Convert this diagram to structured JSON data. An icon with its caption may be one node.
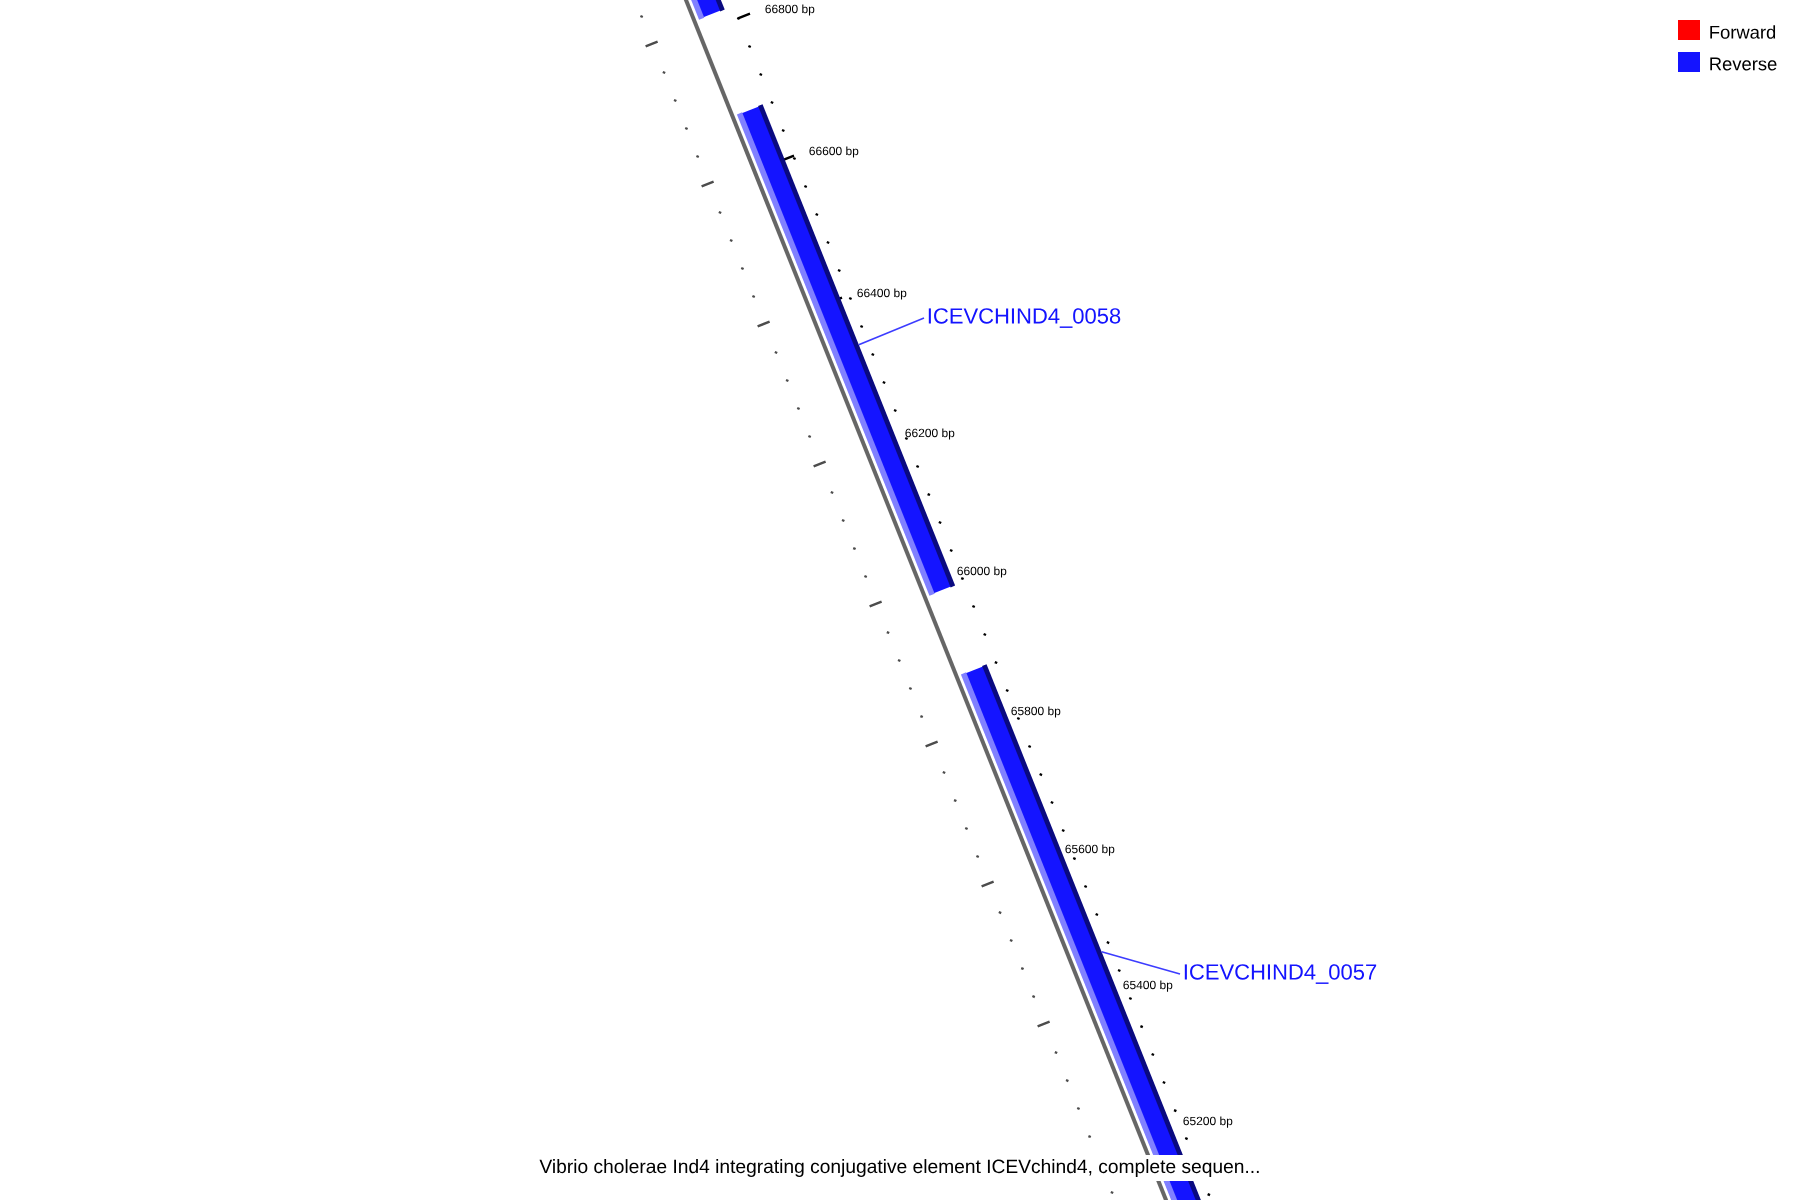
{
  "diagram": {
    "caption": "Vibrio cholerae Ind4 integrating conjugative element ICEVchind4, complete sequen...",
    "nodes": [
      {
        "text": [],
        "shape": "bar"
      },
      {
        "text": [
          "ICEVCHIND4_0058"
        ]
      },
      {
        "text": [],
        "shape": "bar"
      },
      {
        "text": [
          "ICEVCHIND4_0057"
        ]
      },
      {
        "text": [],
        "shape": "bar"
      }
    ],
    "edges": [
      {
        "from": 1,
        "to": 2,
        "arrow": "none"
      },
      {
        "from": 3,
        "to": 4,
        "arrow": "none"
      }
    ],
    "labels": [
      "66800 bp",
      "66600 bp",
      "66400 bp",
      "66200 bp",
      "66000 bp",
      "65800 bp",
      "65600 bp",
      "65400 bp",
      "65200 bp"
    ],
    "legend": [
      {
        "text": "Forward",
        "color": "#ff0000"
      },
      {
        "text": "Reverse",
        "color": "#1414ff"
      }
    ]
  }
}
